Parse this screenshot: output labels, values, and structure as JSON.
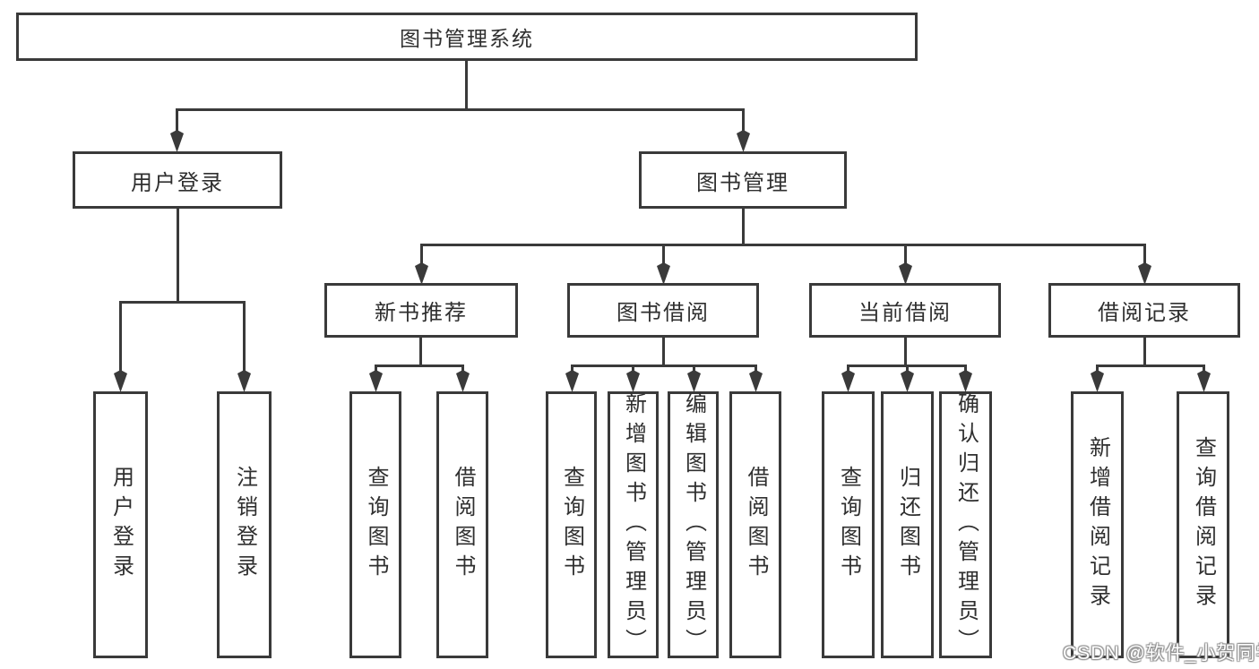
{
  "diagram_title": "图书管理系统",
  "tree": {
    "root": {
      "label": "图书管理系统"
    },
    "branches": [
      {
        "label": "用户登录",
        "children": [
          {
            "label": "用户登录"
          },
          {
            "label": "注销登录"
          }
        ]
      },
      {
        "label": "图书管理",
        "children": [
          {
            "label": "新书推荐",
            "children": [
              {
                "label": "查询图书"
              },
              {
                "label": "借阅图书"
              }
            ]
          },
          {
            "label": "图书借阅",
            "children": [
              {
                "label": "查询图书"
              },
              {
                "label": "新增图书（管理员）"
              },
              {
                "label": "编辑图书（管理员）"
              },
              {
                "label": "借阅图书"
              }
            ]
          },
          {
            "label": "当前借阅",
            "children": [
              {
                "label": "查询图书"
              },
              {
                "label": "归还图书"
              },
              {
                "label": "确认归还（管理员）"
              }
            ]
          },
          {
            "label": "借阅记录",
            "children": [
              {
                "label": "新增借阅记录"
              },
              {
                "label": "查询借阅记录"
              }
            ]
          }
        ]
      }
    ]
  },
  "watermark": "CSDN @软件_小贺同学",
  "colors": {
    "line": "#3a3a3a",
    "text": "#2f2f2f",
    "background": "#ffffff",
    "watermark_fill": "#ffffff",
    "watermark_outline": "#8f8f8f"
  }
}
